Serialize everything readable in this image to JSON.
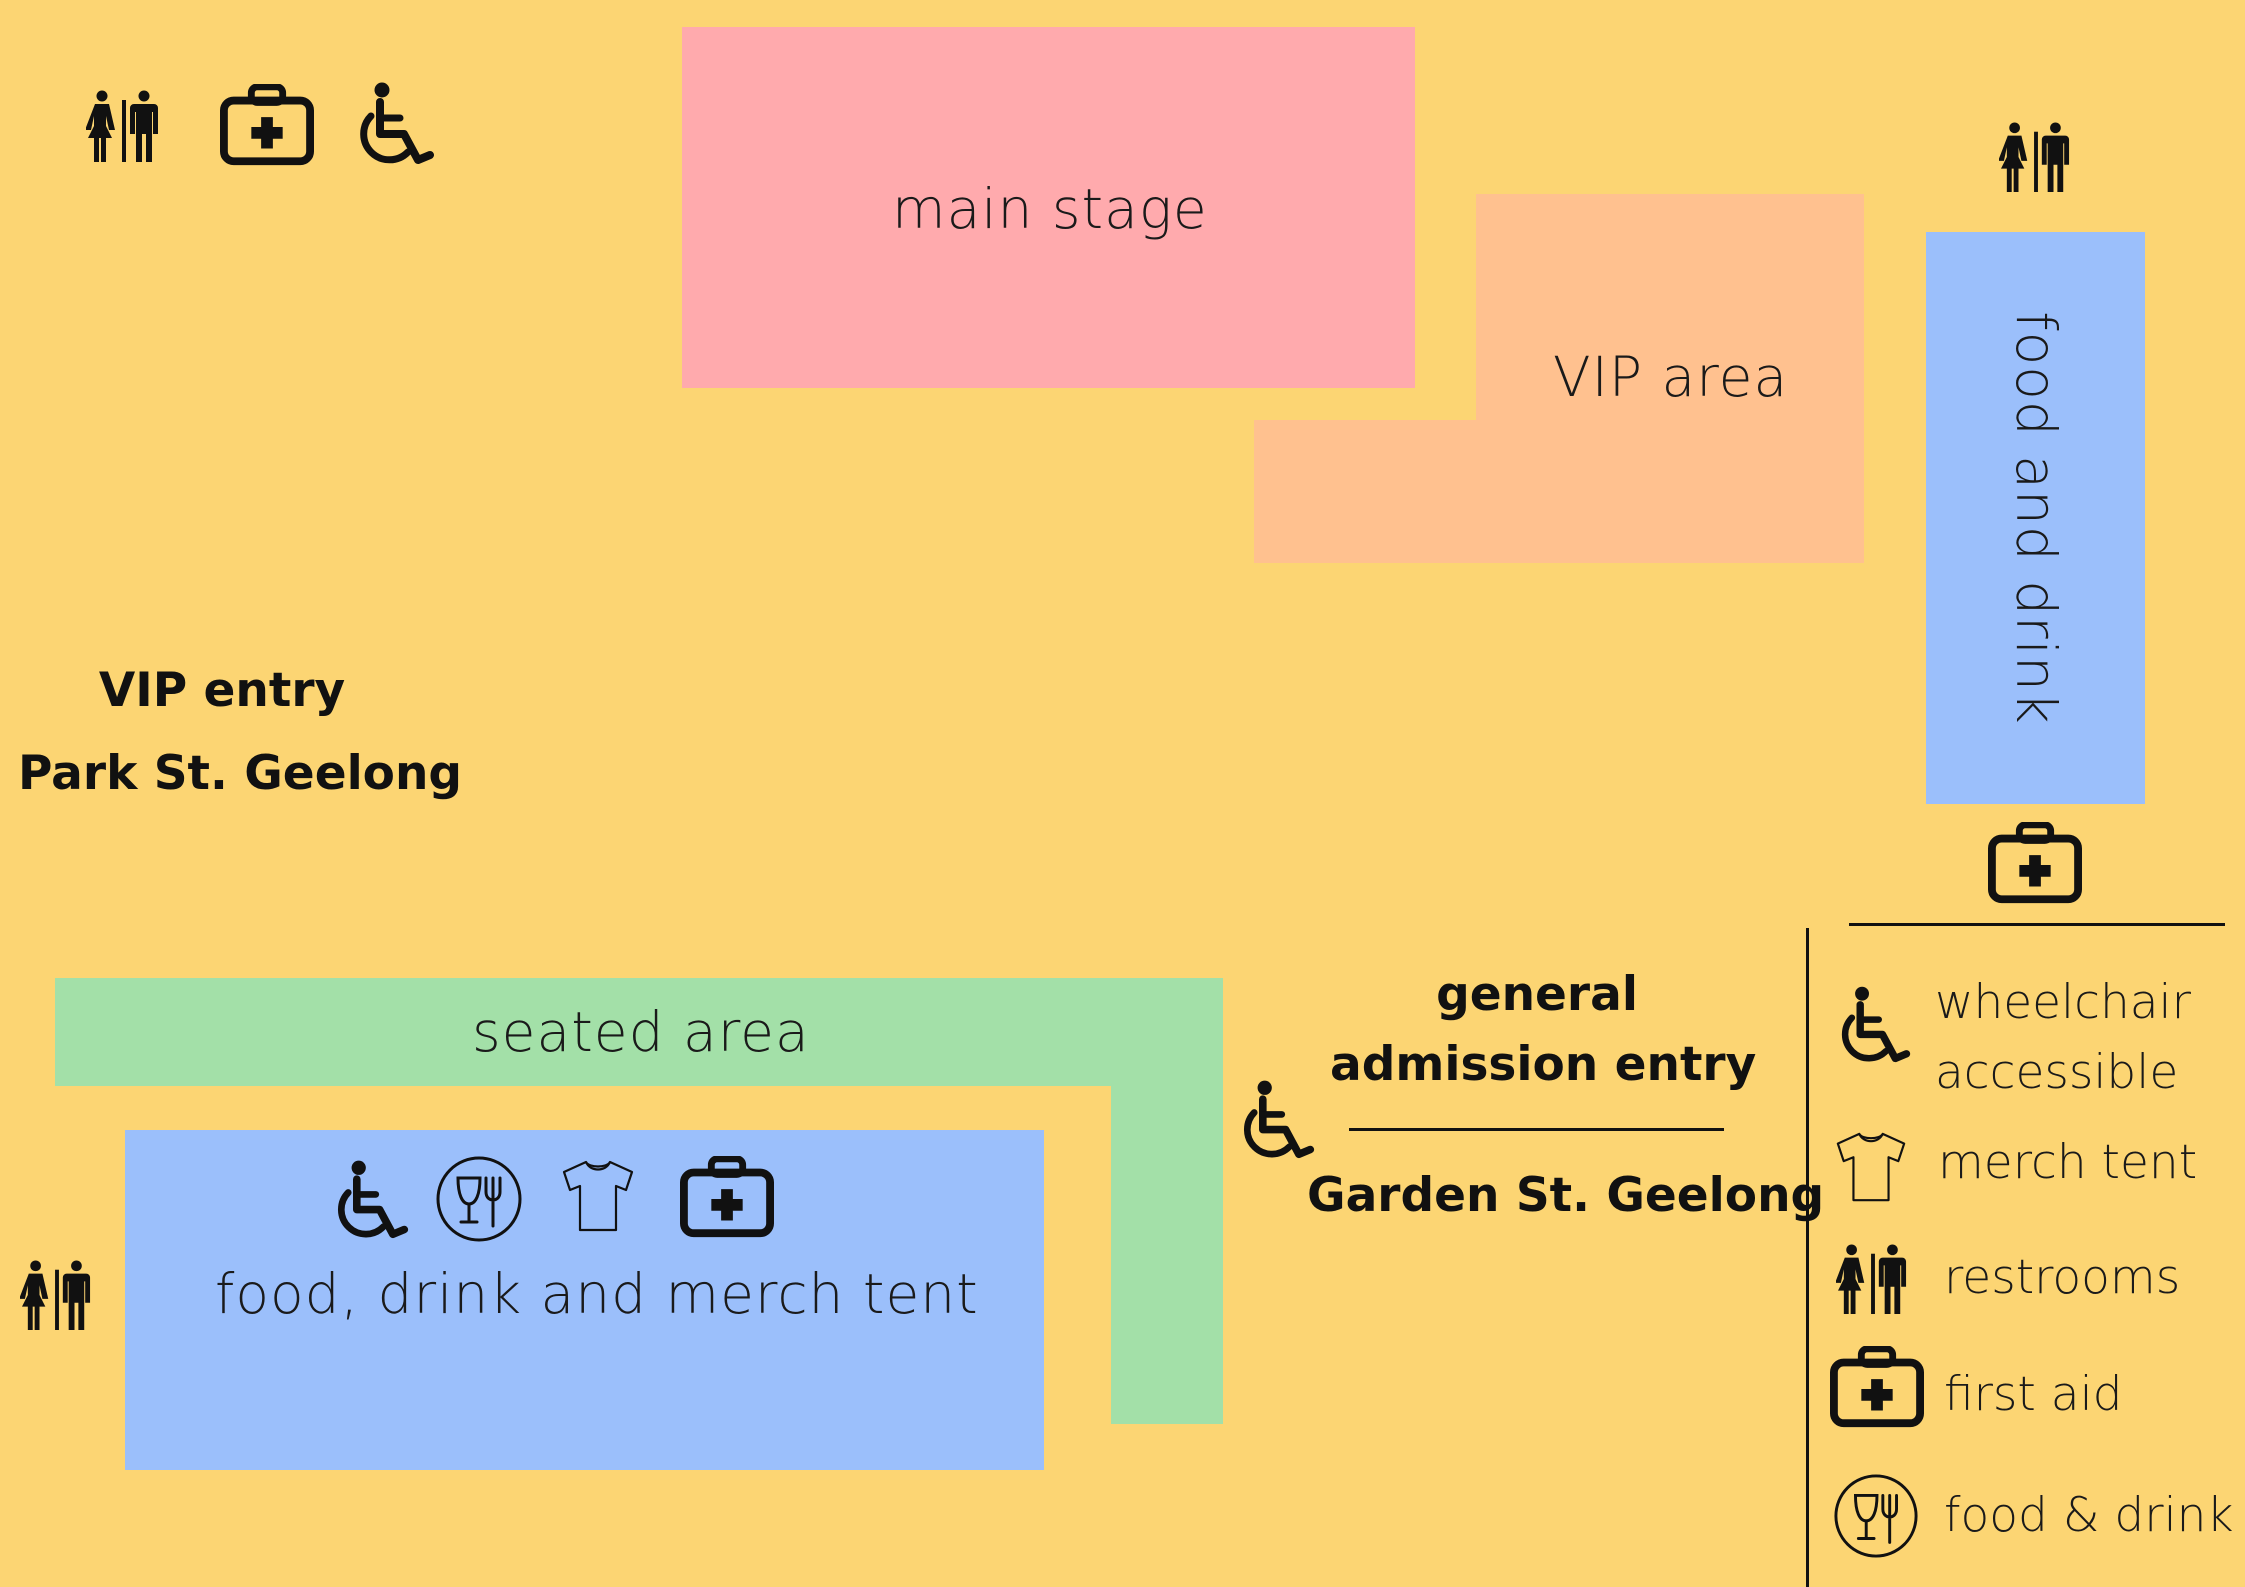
{
  "colors": {
    "background": "#fcd573",
    "main_stage": "#ffaaad",
    "vip_area": "#ffc18f",
    "food_blue": "#9bbffb",
    "seated_green": "#a3e0a8"
  },
  "zones": {
    "main_stage": "main stage",
    "vip_area": "VIP area",
    "food_and_drink": "food and drink",
    "seated_area": "seated area",
    "food_drink_merch_tent": "food, drink and merch tent"
  },
  "entries": {
    "vip_title": "VIP  entry",
    "vip_street": "Park St. Geelong",
    "general_title_line1": "general",
    "general_title_line2": "admission  entry",
    "general_street": "Garden St. Geelong"
  },
  "icons": {
    "restroom": "restroom-icon",
    "first_aid": "first-aid-icon",
    "wheelchair": "wheelchair-icon",
    "food_drink": "food-drink-icon",
    "merch": "tshirt-icon"
  },
  "legend": {
    "wheelchair_line1": "wheelchair",
    "wheelchair_line2": "accessible",
    "merch": "merch tent",
    "restrooms": "restrooms",
    "first_aid": "first aid",
    "food_drink": "food & drink"
  }
}
